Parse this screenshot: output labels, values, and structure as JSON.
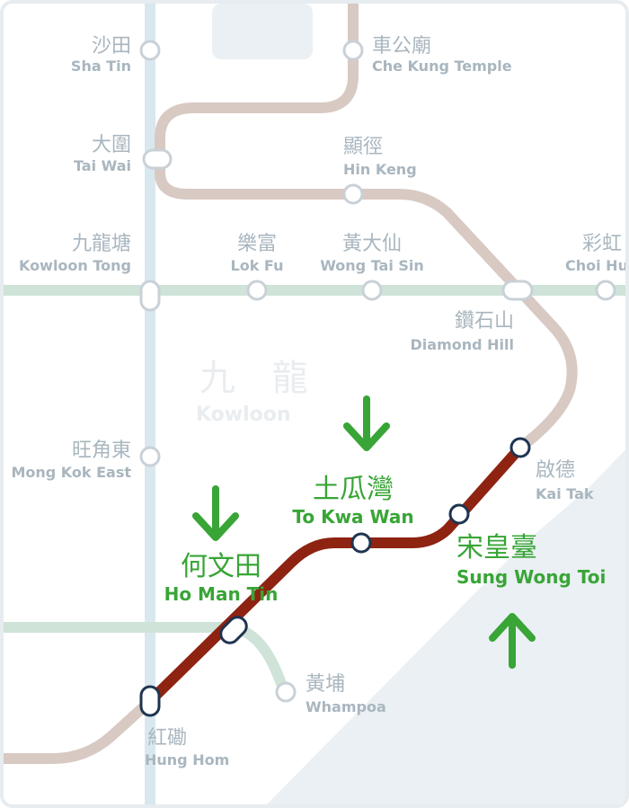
{
  "map": {
    "district": {
      "zh": "九 龍",
      "en": "Kowloon"
    },
    "colors": {
      "tuen_ma_line": "#8e2312",
      "faded_tuen_ma_line": "#d8c9c3",
      "east_rail_line": "#d9e7ef",
      "kwun_tong_line": "#cfe3d8",
      "highlight": "#38a536",
      "label_gray": "#a9b6bf",
      "water": "#eaf0f3"
    },
    "stations": {
      "sha_tin": {
        "zh": "沙田",
        "en": "Sha Tin"
      },
      "che_kung_temple": {
        "zh": "車公廟",
        "en": "Che Kung Temple"
      },
      "tai_wai": {
        "zh": "大圍",
        "en": "Tai Wai"
      },
      "hin_keng": {
        "zh": "顯徑",
        "en": "Hin Keng"
      },
      "kowloon_tong": {
        "zh": "九龍塘",
        "en": "Kowloon Tong"
      },
      "lok_fu": {
        "zh": "樂富",
        "en": "Lok Fu"
      },
      "wong_tai_sin": {
        "zh": "黃大仙",
        "en": "Wong Tai Sin"
      },
      "choi_hung": {
        "zh": "彩虹",
        "en": "Choi Hu"
      },
      "diamond_hill": {
        "zh": "鑽石山",
        "en": "Diamond Hill"
      },
      "mong_kok_east": {
        "zh": "旺角東",
        "en": "Mong Kok East"
      },
      "kai_tak": {
        "zh": "啟德",
        "en": "Kai Tak"
      },
      "to_kwa_wan": {
        "zh": "土瓜灣",
        "en": "To Kwa Wan"
      },
      "sung_wong_toi": {
        "zh": "宋皇臺",
        "en": "Sung Wong Toi"
      },
      "ho_man_tin": {
        "zh": "何文田",
        "en": "Ho Man Tin"
      },
      "whampoa": {
        "zh": "黃埔",
        "en": "Whampoa"
      },
      "hung_hom": {
        "zh": "紅磡",
        "en": "Hung Hom"
      }
    },
    "arrows": [
      {
        "station": "To Kwa Wan",
        "direction": "down"
      },
      {
        "station": "Ho Man Tin",
        "direction": "down"
      },
      {
        "station": "Sung Wong Toi",
        "direction": "up"
      }
    ]
  }
}
